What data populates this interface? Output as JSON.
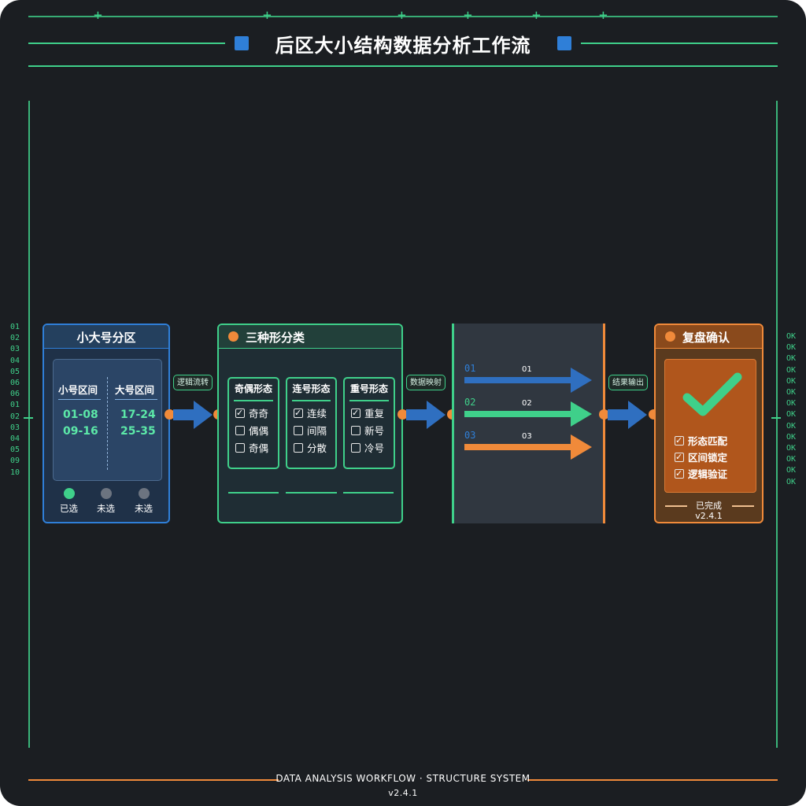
{
  "title": "后区大小结构数据分析工作流",
  "left_numbers": [
    "01",
    "02",
    "03",
    "04",
    "05",
    "06",
    "06",
    "01",
    "02",
    "03",
    "04",
    "05",
    "09",
    "10"
  ],
  "right_numbers": [
    "OK",
    "OK",
    "OK",
    "OK",
    "OK",
    "OK",
    "OK",
    "OK",
    "OK",
    "OK",
    "OK",
    "OK",
    "OK",
    "OK"
  ],
  "step1": {
    "title": "小大号分区",
    "col_left_label": "小号区间",
    "col_right_label": "大号区间",
    "left_ranges": [
      "01-08",
      "09-16"
    ],
    "right_ranges": [
      "17-24",
      "25-35"
    ],
    "legend": [
      {
        "label": "已选",
        "color": "#3fd08a"
      },
      {
        "label": "未选",
        "color": "#6c7480"
      },
      {
        "label": "未选",
        "color": "#6c7480"
      }
    ]
  },
  "connector1_label": "逻辑流转",
  "step2": {
    "title": "三种形分类",
    "groups": [
      {
        "title": "奇偶形态",
        "items": [
          {
            "label": "奇奇",
            "checked": true
          },
          {
            "label": "偶偶",
            "checked": false
          },
          {
            "label": "奇偶",
            "checked": false
          }
        ]
      },
      {
        "title": "连号形态",
        "items": [
          {
            "label": "连续",
            "checked": true
          },
          {
            "label": "间隔",
            "checked": false
          },
          {
            "label": "分散",
            "checked": false
          }
        ]
      },
      {
        "title": "重号形态",
        "items": [
          {
            "label": "重复",
            "checked": true
          },
          {
            "label": "新号",
            "checked": false
          },
          {
            "label": "冷号",
            "checked": false
          }
        ]
      }
    ]
  },
  "connector2_label": "数据映射",
  "step3": {
    "streams": [
      {
        "side_label": "01",
        "arrow_label": "01",
        "color": "#2f6fc0"
      },
      {
        "side_label": "02",
        "arrow_label": "02",
        "color": "#3fd08a"
      },
      {
        "side_label": "03",
        "arrow_label": "03",
        "color": "#f08a3a"
      }
    ]
  },
  "connector3_label": "结果输出",
  "step4": {
    "title": "复盘确认",
    "checks": [
      "形态匹配",
      "区间锁定",
      "逻辑验证"
    ],
    "status": "已完成",
    "version": "v2.4.1"
  },
  "footer": {
    "text": "DATA ANALYSIS WORKFLOW · STRUCTURE SYSTEM",
    "version": "v2.4.1"
  },
  "colors": {
    "background": "#1b1e22",
    "green": "#3fd08a",
    "blue": "#2f6fc0",
    "orange": "#f08a3a"
  }
}
